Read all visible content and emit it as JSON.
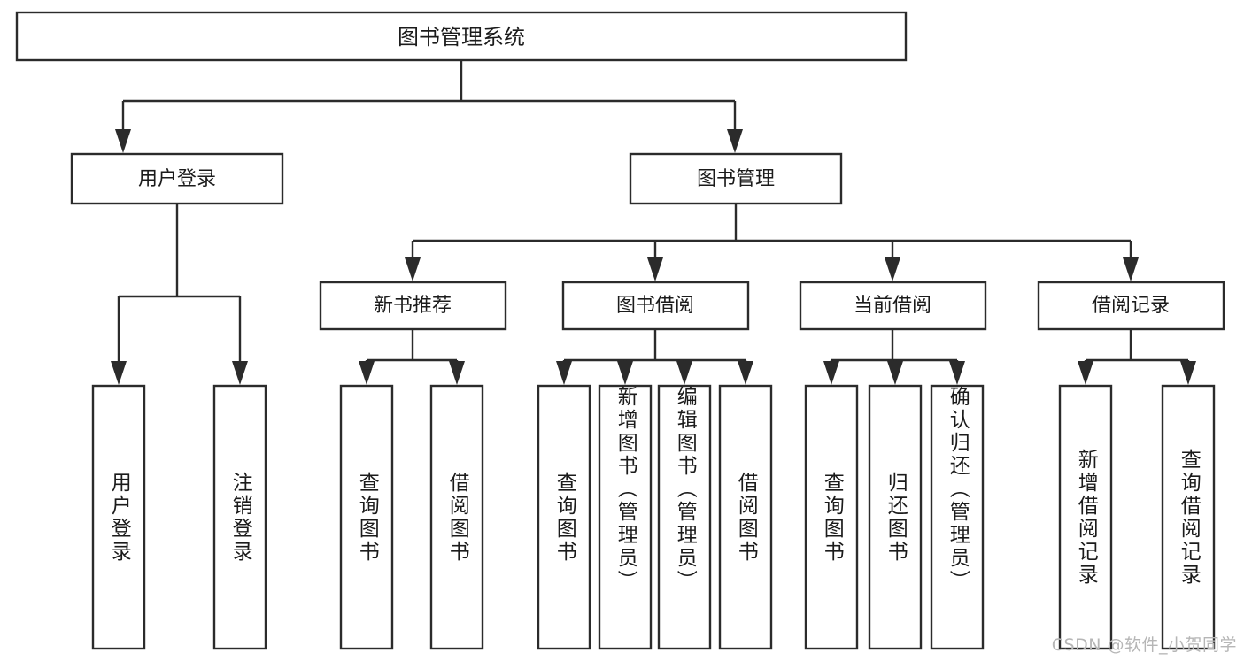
{
  "diagram": {
    "type": "tree",
    "title": "图书管理系统",
    "orientation": "top-down",
    "colors": {
      "box_fill": "#ffffff",
      "box_stroke": "#2b2b2b",
      "text": "#1b1b1b",
      "watermark": "#b6b6b6",
      "background": "#ffffff"
    },
    "root": {
      "label": "图书管理系统"
    },
    "level2": [
      {
        "label": "用户登录"
      },
      {
        "label": "图书管理"
      }
    ],
    "level3": [
      {
        "label": "新书推荐"
      },
      {
        "label": "图书借阅"
      },
      {
        "label": "当前借阅"
      },
      {
        "label": "借阅记录"
      }
    ],
    "leaves": {
      "user_login": [
        {
          "label": "用户登录"
        },
        {
          "label": "注销登录"
        }
      ],
      "new_book": [
        {
          "label": "查询图书"
        },
        {
          "label": "借阅图书"
        }
      ],
      "book_borrow": [
        {
          "label": "查询图书"
        },
        {
          "label": "新增图书（管理员）"
        },
        {
          "label": "编辑图书（管理员）"
        },
        {
          "label": "借阅图书"
        }
      ],
      "current_borrow": [
        {
          "label": "查询图书"
        },
        {
          "label": "归还图书"
        },
        {
          "label": "确认归还（管理员）"
        }
      ],
      "borrow_record": [
        {
          "label": "新增借阅记录"
        },
        {
          "label": "查询借阅记录"
        }
      ]
    }
  },
  "watermark": {
    "text": "CSDN @软件_小贺同学"
  }
}
